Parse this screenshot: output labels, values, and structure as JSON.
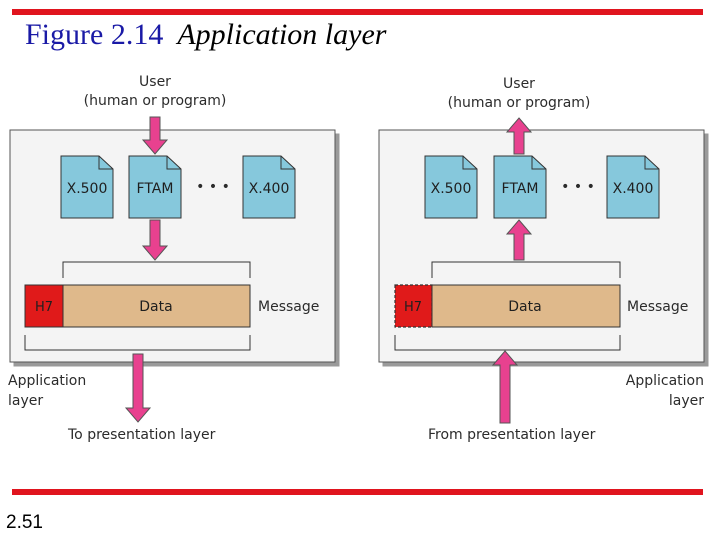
{
  "header": {
    "figure": "Figure 2.14",
    "title": "Application layer"
  },
  "page_number": "2.51",
  "left_panel": {
    "user_line1": "User",
    "user_line2": "(human or program)",
    "services": [
      "X.500",
      "FTAM",
      "X.400"
    ],
    "ellipsis": "• • •",
    "header_label": "H7",
    "data_label": "Data",
    "message_label": "Message",
    "layer_line1": "Application",
    "layer_line2": "layer",
    "bottom_label": "To presentation layer"
  },
  "right_panel": {
    "user_line1": "User",
    "user_line2": "(human or program)",
    "services": [
      "X.500",
      "FTAM",
      "X.400"
    ],
    "ellipsis": "• • •",
    "header_label": "H7",
    "data_label": "Data",
    "message_label": "Message",
    "layer_line1": "Application",
    "layer_line2": "layer",
    "bottom_label": "From presentation layer"
  },
  "colors": {
    "rule": "#e0141e",
    "arrow": "#e8418f",
    "doc": "#86c8dc",
    "data": "#dfb98b",
    "header": "#e01a1a",
    "title": "#1a1aa6"
  }
}
